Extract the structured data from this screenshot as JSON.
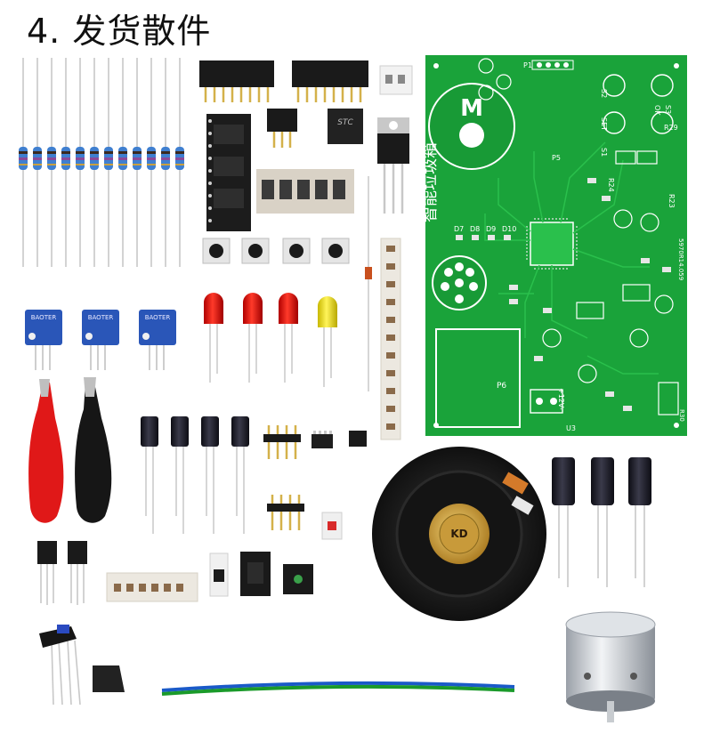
{
  "title": "4. 发货散件",
  "pcb": {
    "board_text": "智能垃圾箱",
    "labels": {
      "s1": "S1",
      "s2": "S2",
      "s3": "S3",
      "set": "SET",
      "ok": "OK",
      "p1": "P1",
      "p5": "P5",
      "p6": "P6",
      "r29": "R29",
      "r23": "R23",
      "r24": "R24",
      "d7": "D7",
      "d8": "D8",
      "d9": "D9",
      "d10": "D10",
      "power": "+12V-",
      "u3": "U3",
      "r30": "R30",
      "model": "5970R14.059",
      "m": "M"
    },
    "colors": {
      "board": "#1aa33a",
      "trace": "#2ac04c",
      "silk": "#ffffff",
      "pad": "#e6e6e6"
    }
  },
  "parts": {
    "potentiometer_label": "BAOTER",
    "speaker_label": "KD",
    "chip_label": "STC"
  }
}
